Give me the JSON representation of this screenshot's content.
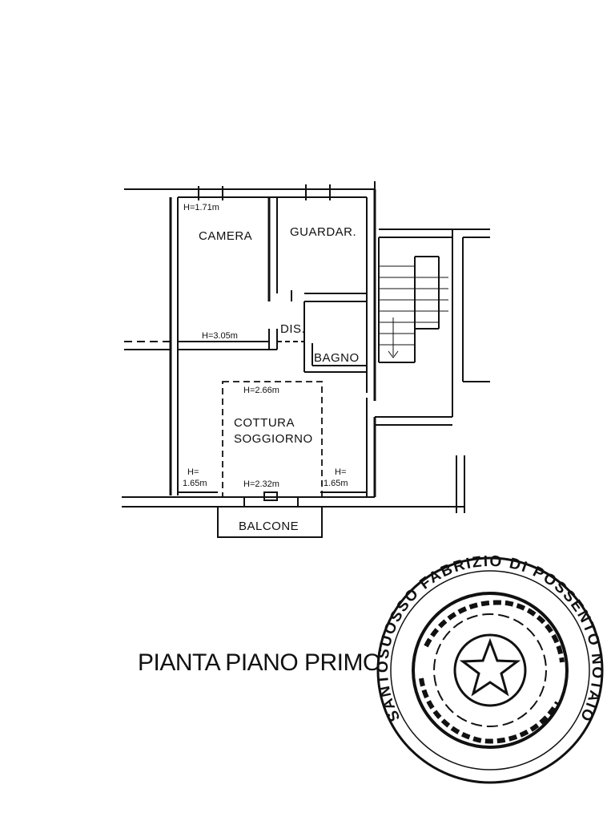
{
  "plan": {
    "title": "PIANTA PIANO PRIMO",
    "rooms": {
      "camera": "CAMERA",
      "guardaroba": "GUARDAR.",
      "disimpegno": "DIS.",
      "bagno": "BAGNO",
      "cottura_line1": "COTTURA",
      "cottura_line2": "SOGGIORNO",
      "balcone": "BALCONE"
    },
    "heights": {
      "camera_top": "H=1.71m",
      "camera_mid": "H=3.05m",
      "soggiorno_top": "H=2.66m",
      "left_h_line1": "H=",
      "left_h_line2": "1.65m",
      "center_h": "H=2.32m",
      "right_h_line1": "H=",
      "right_h_line2": "1.65m"
    }
  },
  "stamp": {
    "text": "SANTOSUOSSO FABRIZIO DI POSSENTO NOTAIO"
  },
  "colors": {
    "ink": "#111111",
    "background": "#ffffff"
  }
}
